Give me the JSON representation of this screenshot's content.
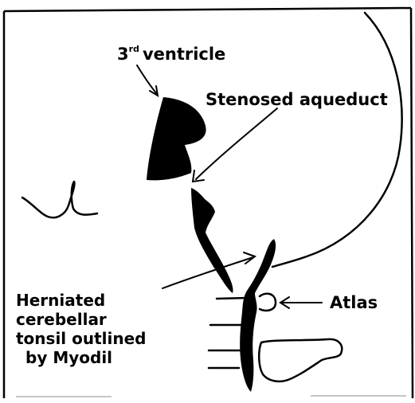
{
  "labels": {
    "third_ventricle_prefix": "3",
    "third_ventricle_sup": "rd",
    "third_ventricle_word": "ventricle",
    "stenosed_aqueduct": "Stenosed aqueduct",
    "atlas": "Atlas",
    "herniated_line1": "Herniated",
    "herniated_line2": "cerebellar",
    "herniated_line3": "tonsil outlined",
    "herniated_line4": "by Myodil"
  },
  "colors": {
    "ink": "#000000",
    "paper": "#ffffff"
  }
}
